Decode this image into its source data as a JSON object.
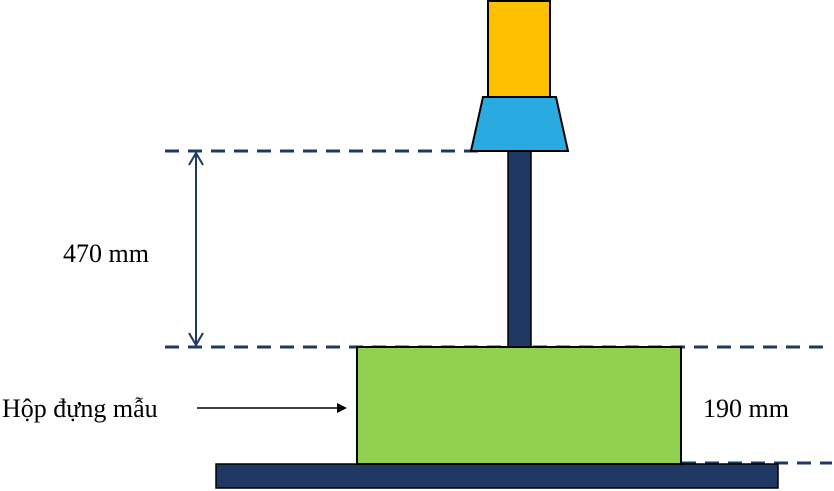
{
  "labels": {
    "upper_height": "470 mm",
    "box_height": "190 mm",
    "box_name": "Hộp đựng mẫu"
  },
  "colors": {
    "camera_body": "#FFC000",
    "lens": "#29ABE2",
    "pole": "#1F3864",
    "base": "#1F3864",
    "sample_box": "#92D050",
    "outline": "#000000",
    "dash": "#1F3864",
    "arrow": "#1F3864"
  }
}
